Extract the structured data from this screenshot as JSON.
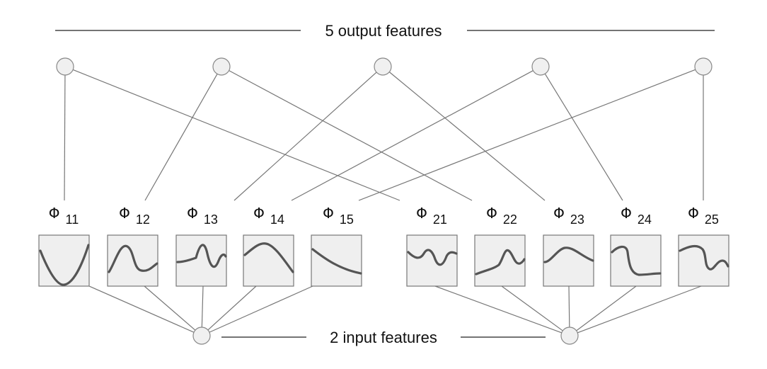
{
  "header": {
    "title": "5 output features"
  },
  "footer": {
    "title": "2 input features"
  },
  "functions": [
    {
      "symbol": "Φ",
      "index": "11"
    },
    {
      "symbol": "Φ",
      "index": "12"
    },
    {
      "symbol": "Φ",
      "index": "13"
    },
    {
      "symbol": "Φ",
      "index": "14"
    },
    {
      "symbol": "Φ",
      "index": "15"
    },
    {
      "symbol": "Φ",
      "index": "21"
    },
    {
      "symbol": "Φ",
      "index": "22"
    },
    {
      "symbol": "Φ",
      "index": "23"
    },
    {
      "symbol": "Φ",
      "index": "24"
    },
    {
      "symbol": "Φ",
      "index": "25"
    }
  ],
  "colors": {
    "node_fill": "#f0f0f0",
    "node_stroke": "#888888",
    "line": "#777777",
    "box_fill": "#efefef",
    "box_stroke": "#777777",
    "curve": "#555555"
  }
}
